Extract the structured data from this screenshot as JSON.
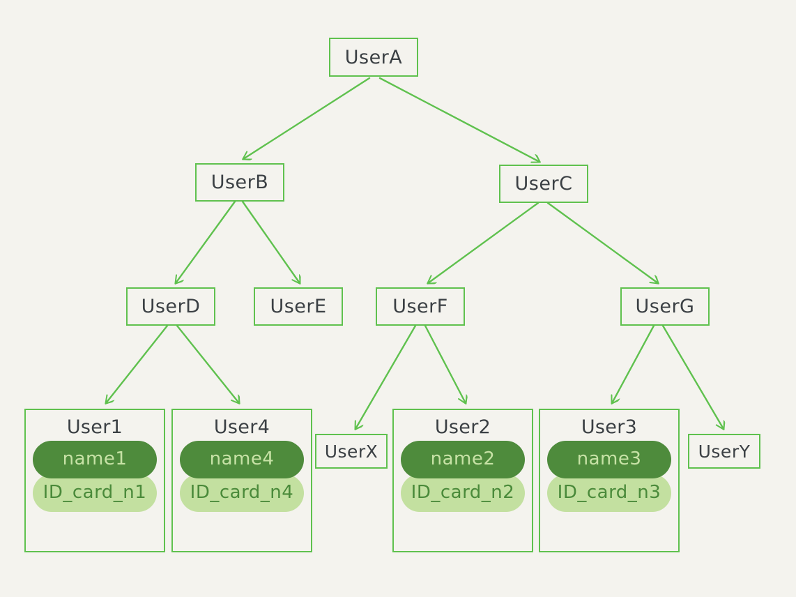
{
  "diagram": {
    "type": "tree",
    "background_color": "#f4f3ee",
    "edge_color": "#5fc14e",
    "node_border_color": "#5fc14e",
    "node_text_color": "#3b4044",
    "name_pill_color": "#4e8b3c",
    "name_text_color": "#c7e2a6",
    "idcard_pill_color": "#c3e0a0",
    "idcard_text_color": "#4a8a3a",
    "nodes": {
      "userA": {
        "label": "UserA"
      },
      "userB": {
        "label": "UserB"
      },
      "userC": {
        "label": "UserC"
      },
      "userD": {
        "label": "UserD"
      },
      "userE": {
        "label": "UserE"
      },
      "userF": {
        "label": "UserF"
      },
      "userG": {
        "label": "UserG"
      },
      "userX": {
        "label": "UserX"
      },
      "userY": {
        "label": "UserY"
      },
      "user1": {
        "label": "User1",
        "name": "name1",
        "id_card": "ID_card_n1"
      },
      "user2": {
        "label": "User2",
        "name": "name2",
        "id_card": "ID_card_n2"
      },
      "user3": {
        "label": "User3",
        "name": "name3",
        "id_card": "ID_card_n3"
      },
      "user4": {
        "label": "User4",
        "name": "name4",
        "id_card": "ID_card_n4"
      }
    },
    "edges": [
      {
        "from": "UserA",
        "to": "UserB"
      },
      {
        "from": "UserA",
        "to": "UserC"
      },
      {
        "from": "UserB",
        "to": "UserD"
      },
      {
        "from": "UserB",
        "to": "UserE"
      },
      {
        "from": "UserC",
        "to": "UserF"
      },
      {
        "from": "UserC",
        "to": "UserG"
      },
      {
        "from": "UserD",
        "to": "User1"
      },
      {
        "from": "UserD",
        "to": "User4"
      },
      {
        "from": "UserF",
        "to": "UserX"
      },
      {
        "from": "UserF",
        "to": "User2"
      },
      {
        "from": "UserG",
        "to": "User3"
      },
      {
        "from": "UserG",
        "to": "UserY"
      }
    ]
  }
}
